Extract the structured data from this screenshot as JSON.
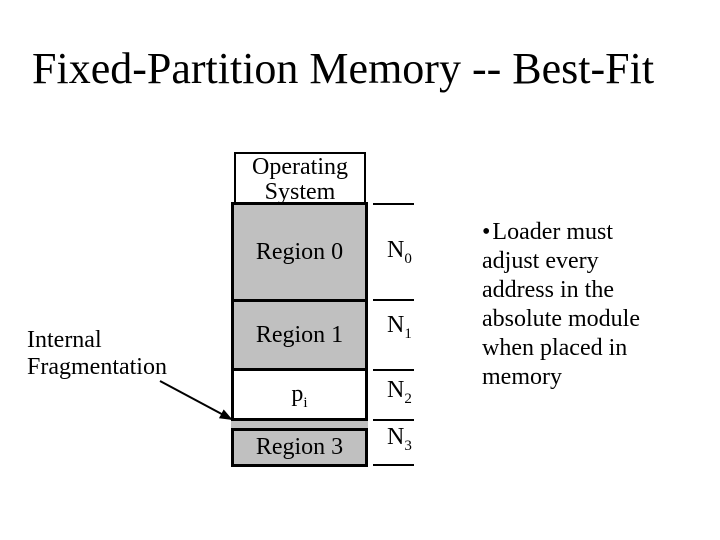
{
  "slide": {
    "title": "Fixed-Partition Memory -- Best-Fit",
    "background_color": "#ffffff",
    "text_color": "#000000"
  },
  "memory_map": {
    "os_box_label": "Operating\nSystem",
    "partitions": [
      {
        "label": "Region 0",
        "sub": "",
        "fill": "#c0c0c0"
      },
      {
        "label": "Region 1",
        "sub": "",
        "fill": "#c0c0c0"
      },
      {
        "label": "p",
        "sub": "i",
        "fill": "#ffffff"
      },
      {
        "label": "Region 3",
        "sub": "",
        "fill": "#c0c0c0"
      }
    ],
    "fragment_strip_fill": "#c0c0c0",
    "size_labels": [
      {
        "base": "N",
        "sub": "0"
      },
      {
        "base": "N",
        "sub": "1"
      },
      {
        "base": "N",
        "sub": "2"
      },
      {
        "base": "N",
        "sub": "3"
      }
    ]
  },
  "annotations": {
    "internal_fragmentation_label": "Internal\nFragmentation",
    "note_bullet": "•",
    "note_text": "Loader must\nadjust every\naddress in the\nabsolute module\nwhen placed in\nmemory"
  }
}
